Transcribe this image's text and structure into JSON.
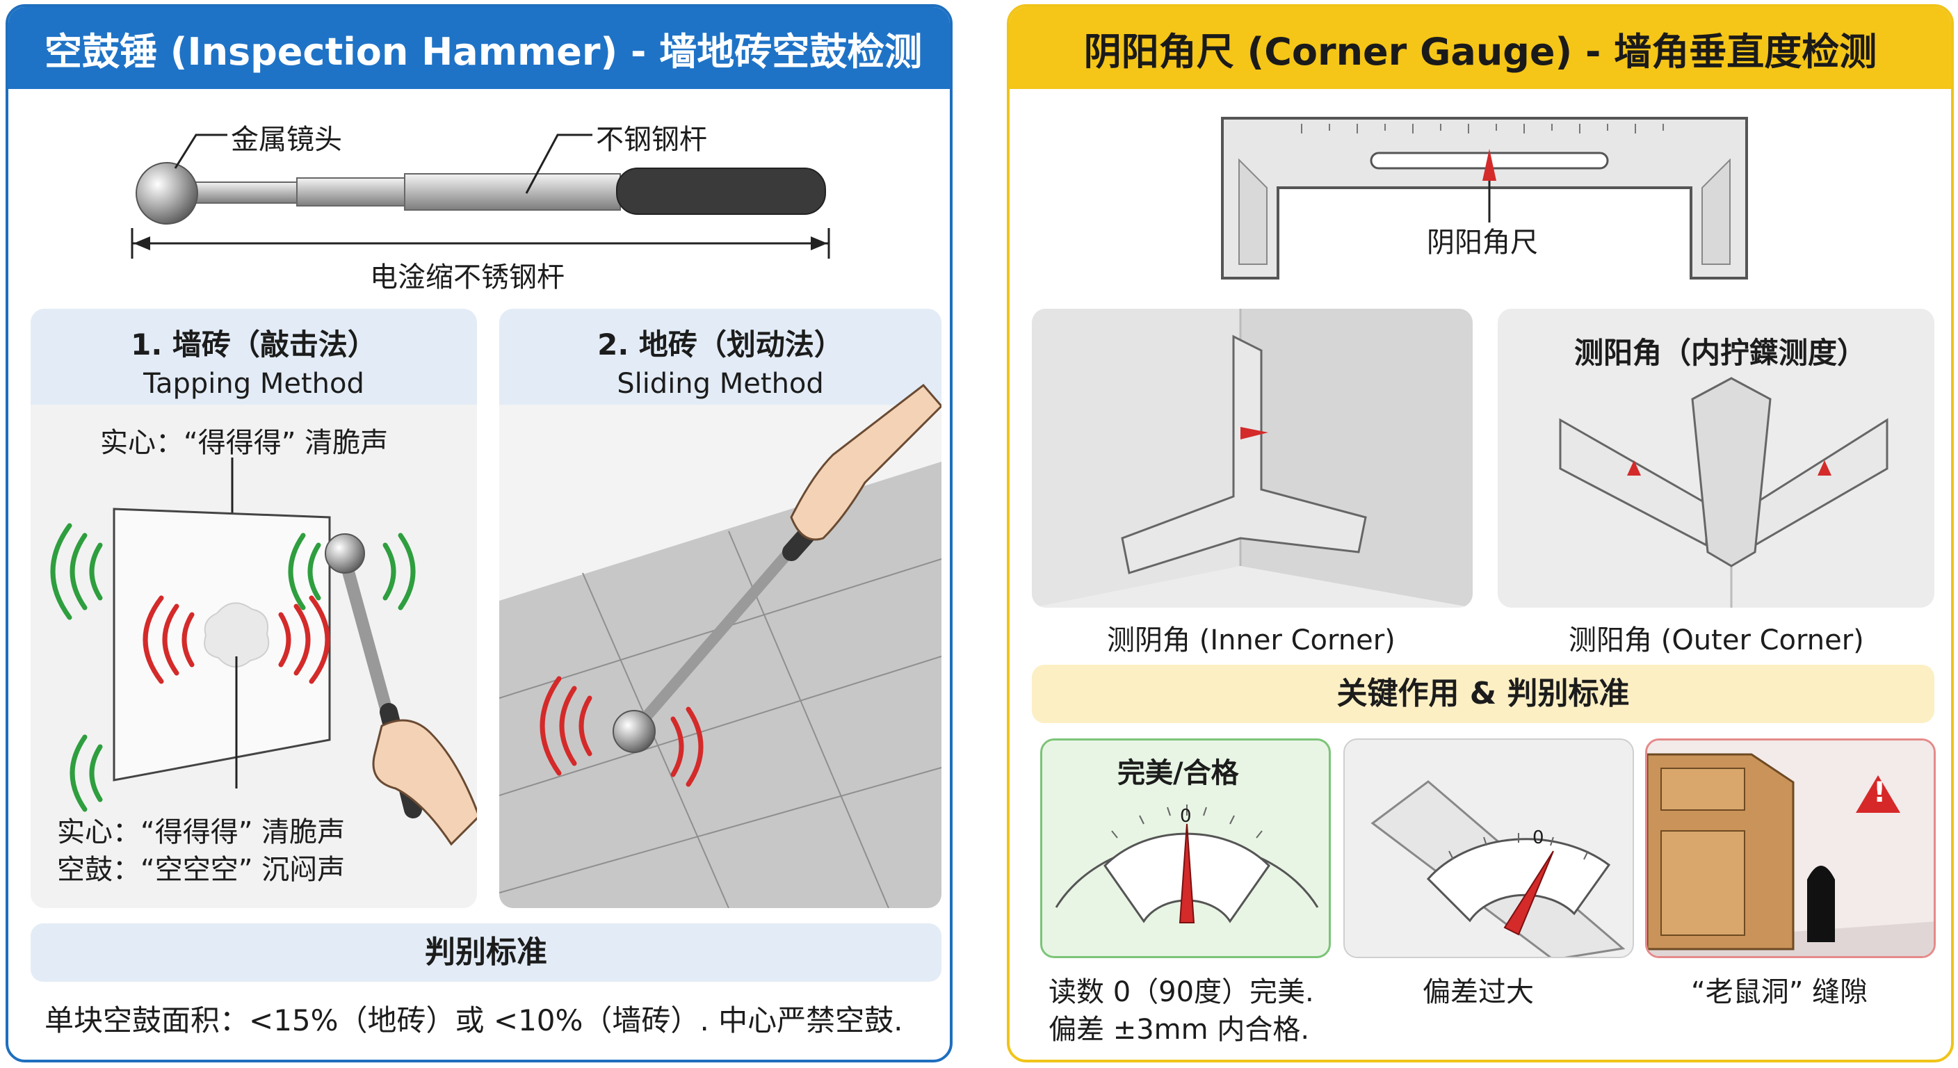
{
  "hammer_card": {
    "title": "空鼓锤 (Inspection Hammer) - 墙地砖空鼓检测",
    "tool_labels": {
      "head": "金属镜头",
      "rod": "不钢钢杆",
      "length": "电淦缩不锈钢杆"
    },
    "method_1": {
      "title": "1. 墙砖（敲击法）",
      "subtitle": "Tapping Method",
      "solid_top": "实心：“得得得” 清脆声",
      "solid_bottom": "实心：“得得得” 清脆声",
      "hollow": "空鼓：“空空空” 沉闷声"
    },
    "method_2": {
      "title": "2. 地砖（划动法）",
      "subtitle": "Sliding Method"
    },
    "criteria_title": "判别标准",
    "criteria_text": "单块空鼓面积：<15%（地砖）或 <10%（墙砖）. 中心严禁空鼓."
  },
  "gauge_card": {
    "title": "阴阳角尺 (Corner Gauge) - 墙角垂直度检测",
    "tool_label": "阴阳角尺",
    "inner_panel_label": "测阴角 (Inner Corner)",
    "outer_panel_title": "测阳角（内拧鐷测度）",
    "outer_panel_label": "测阳角 (Outer Corner)",
    "key_title": "关键作用 & 判别标准",
    "results": [
      {
        "title": "完美/合格",
        "caption_line1": "读数 0（90度）完美.",
        "caption_line2": "偏差 ±3mm 内合格."
      },
      {
        "title": "",
        "caption_line1": "偏差过大",
        "caption_line2": ""
      },
      {
        "title": "",
        "caption_line1": "“老鼠洞” 缝隙",
        "caption_line2": ""
      }
    ],
    "gauge_zero": "0"
  },
  "colors": {
    "hammer_accent": "#1f73c6",
    "gauge_accent": "#f5c518",
    "solid_sound": "#2e9e3e",
    "hollow_sound": "#d42a2a",
    "warning": "#d62828"
  }
}
